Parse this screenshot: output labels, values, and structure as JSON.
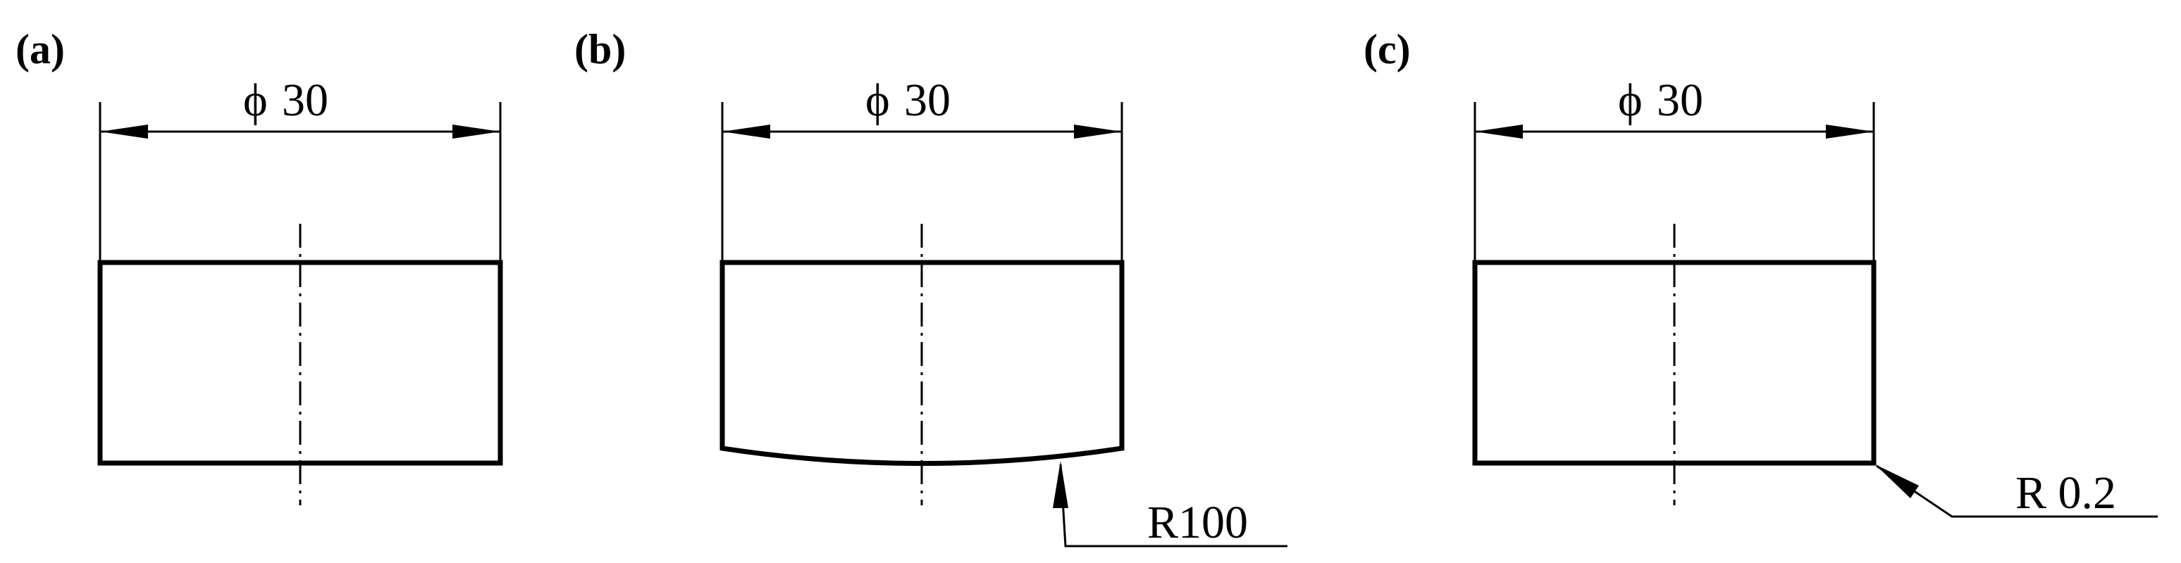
{
  "panels": [
    {
      "id": "a",
      "label": "(a)",
      "dimension_label": "30",
      "diameter_symbol": "ϕ",
      "profile": "flat",
      "radius_callout": ""
    },
    {
      "id": "b",
      "label": "(b)",
      "dimension_label": "30",
      "diameter_symbol": "ϕ",
      "profile": "convex-bottom",
      "radius_callout": "R100"
    },
    {
      "id": "c",
      "label": "(c)",
      "dimension_label": "30",
      "diameter_symbol": "ϕ",
      "profile": "edge-radius",
      "radius_callout": "R 0.2"
    }
  ],
  "colors": {
    "line": "#000000",
    "background": "#ffffff"
  }
}
